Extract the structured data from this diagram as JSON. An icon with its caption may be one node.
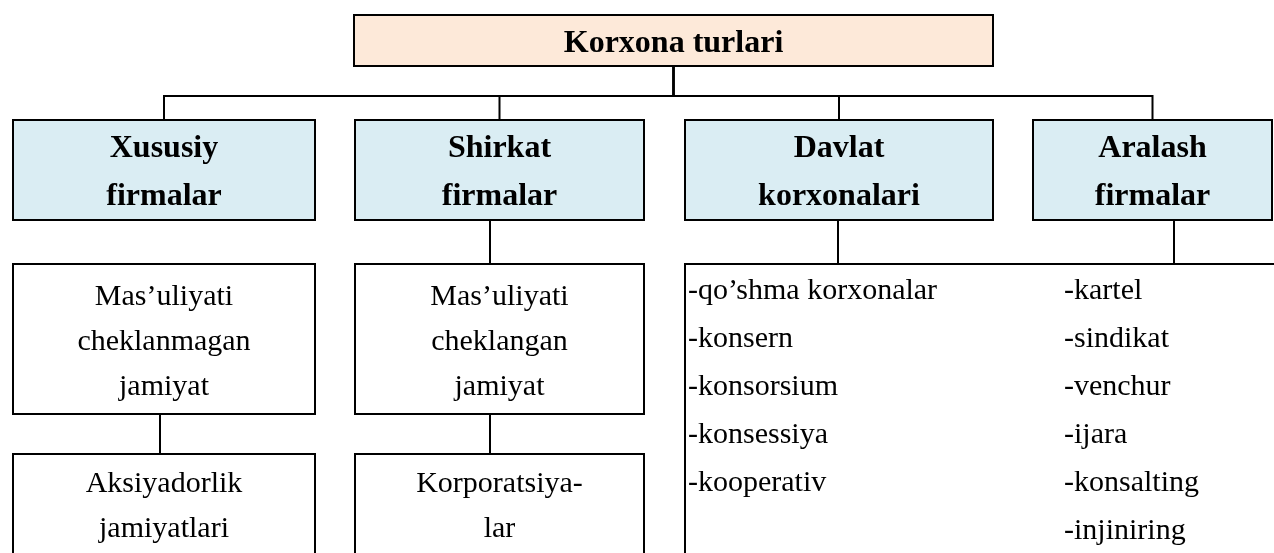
{
  "diagram": {
    "nodes": [
      {
        "text": [
          "Korxona turlari"
        ]
      },
      {
        "text": [
          "Xususiy firmalar"
        ]
      },
      {
        "text": [
          "Shirkat firmalar"
        ]
      },
      {
        "text": [
          "Davlat korxonalari"
        ]
      },
      {
        "text": [
          "Aralash firmalar"
        ]
      },
      {
        "text": [
          "Mas’uliyati cheklanmagan jamiyat"
        ]
      },
      {
        "text": [
          "Aksiyadorlik jamiyatlari"
        ]
      },
      {
        "text": [
          "Mas’uliyati cheklangan jamiyat"
        ]
      },
      {
        "text": [
          "Korporatsiya- lar"
        ]
      },
      {
        "text": [],
        "shape": "box"
      },
      {
        "text": [
          "-qo’shma korxonalar",
          "-konsern",
          "-konsorsium",
          "-konsessiya",
          "-kooperativ"
        ],
        "in": 9
      },
      {
        "text": [
          "-kartel",
          "-sindikat",
          "-venchur",
          "-ijara",
          "-konsalting",
          "-injiniring"
        ],
        "in": 9
      }
    ],
    "edges": [
      {
        "from": 0,
        "to": 1,
        "arrow": "none"
      },
      {
        "from": 0,
        "to": 2,
        "arrow": "none"
      },
      {
        "from": 0,
        "to": 3,
        "arrow": "none"
      },
      {
        "from": 0,
        "to": 4,
        "arrow": "none"
      },
      {
        "from": 2,
        "to": 7,
        "arrow": "none"
      },
      {
        "from": 5,
        "to": 6,
        "arrow": "none"
      },
      {
        "from": 7,
        "to": 8,
        "arrow": "none"
      },
      {
        "from": 3,
        "to": 10,
        "arrow": "none"
      },
      {
        "from": 4,
        "to": 11,
        "arrow": "none"
      }
    ]
  }
}
